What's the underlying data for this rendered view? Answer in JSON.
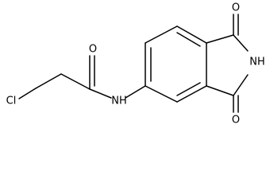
{
  "structure": {
    "atoms": {
      "chlorine": "Cl",
      "carbonyl_oxygen": "O",
      "amide_nitrogen": "NH",
      "imide_nitrogen": "NH",
      "imide_oxygen_top": "O",
      "imide_oxygen_bottom": "O"
    },
    "colors": {
      "ink": "#000000",
      "background": "#ffffff"
    }
  }
}
